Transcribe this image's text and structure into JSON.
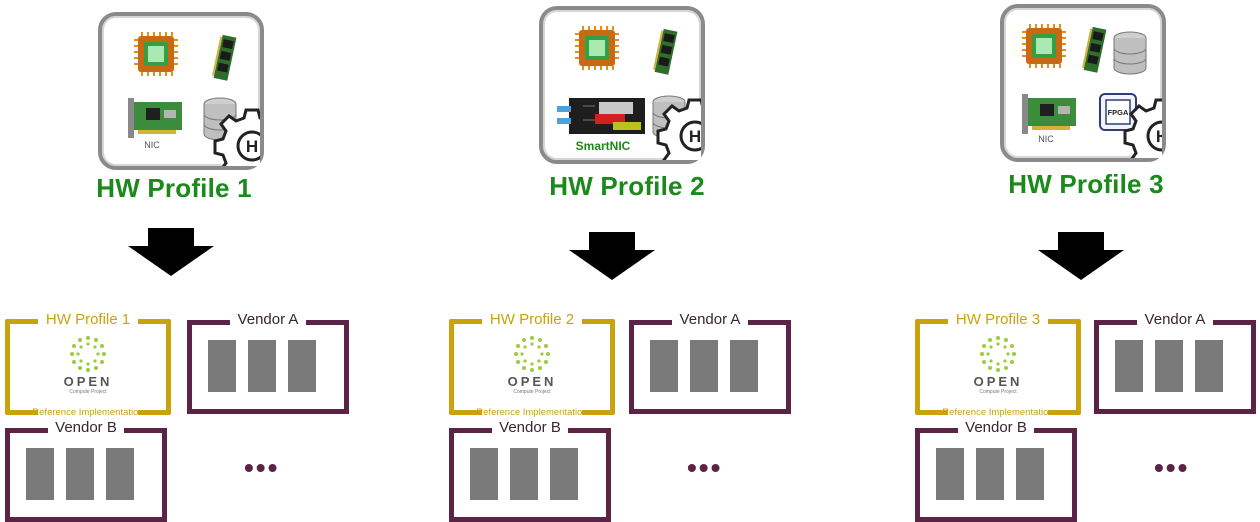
{
  "profiles": [
    {
      "title": "HW Profile 1",
      "nic_label": "NIC",
      "ref_title": "HW Profile 1",
      "ref_footer": "Reference Implementation",
      "ocp_word": "OPEN",
      "ocp_sub": "Compute Project",
      "vendor_a": "Vendor A",
      "vendor_b": "Vendor B",
      "more": "•••"
    },
    {
      "title": "HW Profile 2",
      "smartnic_label": "SmartNIC",
      "ref_title": "HW Profile 2",
      "ref_footer": "Reference Implementation",
      "ocp_word": "OPEN",
      "ocp_sub": "Compute Project",
      "vendor_a": "Vendor A",
      "vendor_b": "Vendor B",
      "more": "•••"
    },
    {
      "title": "HW Profile 3",
      "nic_label": "NIC",
      "fpga_label": "FPGA",
      "ref_title": "HW Profile 3",
      "ref_footer": "Reference Implementation",
      "ocp_word": "OPEN",
      "ocp_sub": "Compute Project",
      "vendor_a": "Vendor A",
      "vendor_b": "Vendor B",
      "more": "•••"
    }
  ],
  "gear_letter": "H",
  "colors": {
    "title_green": "#1b8a1b",
    "reference_gold": "#c9a20e",
    "vendor_purple": "#5b2346",
    "bar_gray": "#7a7a7a",
    "card_border": "#8a8a8a"
  }
}
